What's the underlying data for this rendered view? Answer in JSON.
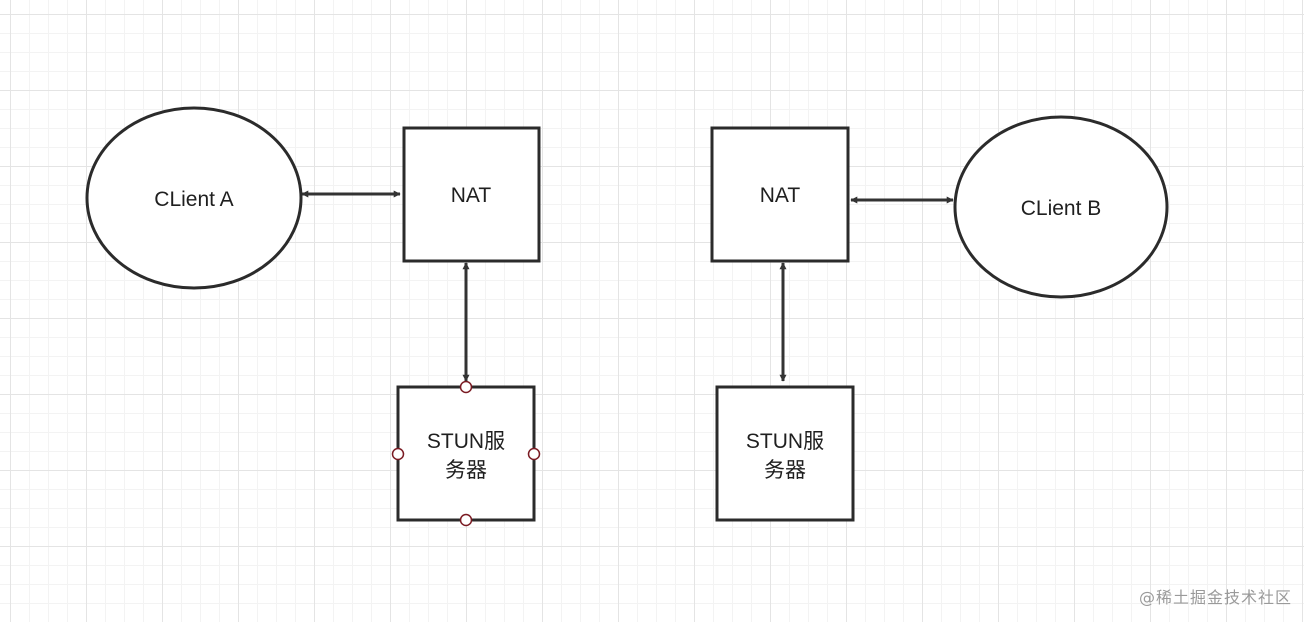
{
  "diagram": {
    "client_a": "CLient A",
    "nat_a": "NAT",
    "stun_a_line1": "STUN服",
    "stun_a_line2": "务器",
    "client_b": "CLient B",
    "nat_b": "NAT",
    "stun_b_line1": "STUN服",
    "stun_b_line2": "务器"
  },
  "watermark": "@稀土掘金技术社区",
  "colors": {
    "stroke": "#2b2b2b",
    "handle": "#7a1a22",
    "grid": "#e4e4e4"
  }
}
